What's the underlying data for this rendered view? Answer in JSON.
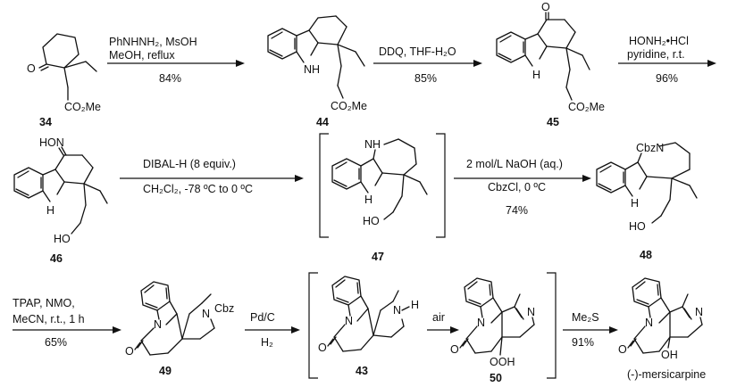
{
  "compounds": {
    "c34": "34",
    "c44": "44",
    "c45": "45",
    "c46": "46",
    "c47": "47",
    "c48": "48",
    "c49": "49",
    "c43": "43",
    "c50": "50",
    "product": "(-)-mersicarpine"
  },
  "steps": {
    "s1": {
      "line1": "PhNHNH₂, MsOH",
      "line2": "MeOH, reflux",
      "yield": "84%"
    },
    "s2": {
      "line1": "DDQ, THF-H₂O",
      "yield": "85%"
    },
    "s3": {
      "line1": "HONH₂•HCl",
      "line2": "pyridine, r.t.",
      "yield": "96%"
    },
    "s4": {
      "line1": "DIBAL-H (8 equiv.)",
      "line2": "CH₂Cl₂, -78 ºC to 0 ºC"
    },
    "s5": {
      "line1": "2 mol/L NaOH (aq.)",
      "line2": "CbzCl, 0 ºC",
      "yield": "74%"
    },
    "s6": {
      "line1": "TPAP, NMO,",
      "line2": "MeCN, r.t., 1 h",
      "yield": "65%"
    },
    "s7": {
      "line1": "Pd/C",
      "line2": "H₂"
    },
    "s8": {
      "line1": "air"
    },
    "s9": {
      "line1": "Me₂S",
      "yield": "91%"
    }
  },
  "atoms": {
    "O": "O",
    "NH": "NH",
    "H": "H",
    "N": "N",
    "HO": "HO",
    "OH": "OH",
    "OOH": "OOH",
    "CO2Me": "CO₂Me",
    "HON": "HON",
    "CbzN": "CbzN",
    "Cbz": "Cbz"
  }
}
